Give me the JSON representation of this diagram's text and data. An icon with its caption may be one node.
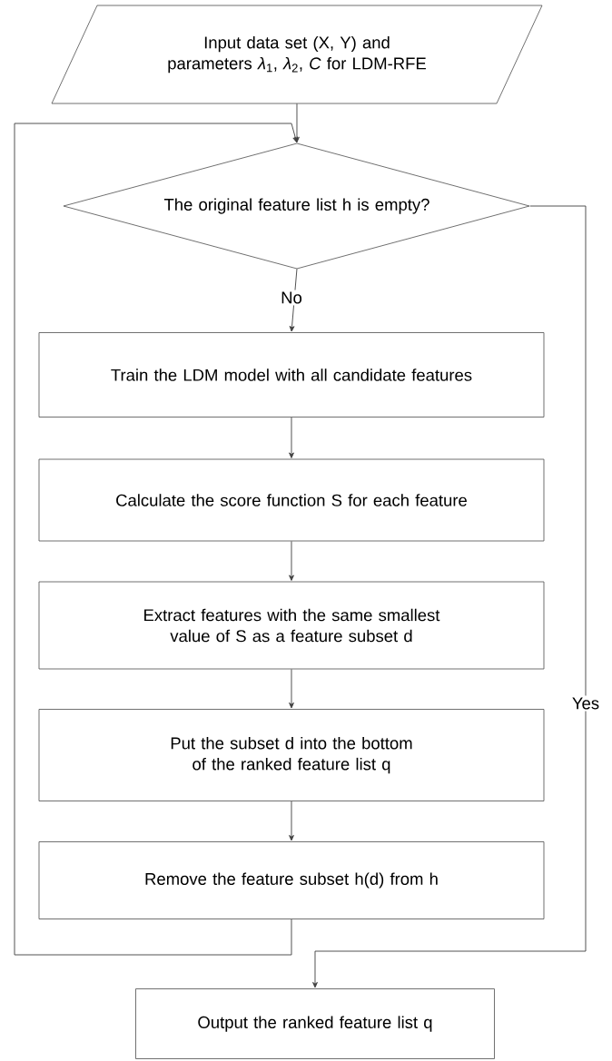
{
  "diagram": {
    "nodes": [
      {
        "text": [
          "Input data set (X, Y) and parameters *λ*$_{1}$, *λ*$_{2}$, *C* for LDM-RFE"
        ]
      },
      {
        "text": [
          "The original feature list h is empty?"
        ]
      },
      {
        "text": [
          "Train the LDM model with all candidate features"
        ]
      },
      {
        "text": [
          "Calculate the score function S for each feature"
        ]
      },
      {
        "text": [
          "Extract features with the same smallest value of S as a feature subset d"
        ]
      },
      {
        "text": [
          "Put the subset d into the bottom of the ranked feature list q"
        ]
      },
      {
        "text": [
          "Remove the feature subset h(d) from h"
        ]
      },
      {
        "text": [
          "Output the ranked feature list q"
        ]
      }
    ],
    "edges": [
      {
        "from": 0,
        "to": 1,
        "arrow": "to"
      },
      {
        "from": 1,
        "to": 2,
        "arrow": "to",
        "label": "No"
      },
      {
        "from": 2,
        "to": 3,
        "arrow": "to"
      },
      {
        "from": 3,
        "to": 4,
        "arrow": "to"
      },
      {
        "from": 4,
        "to": 5,
        "arrow": "to"
      },
      {
        "from": 5,
        "to": 6,
        "arrow": "to"
      },
      {
        "from": 6,
        "to": 1,
        "arrow": "to"
      },
      {
        "from": 1,
        "to": 7,
        "arrow": "to",
        "label": "Yes"
      }
    ]
  }
}
